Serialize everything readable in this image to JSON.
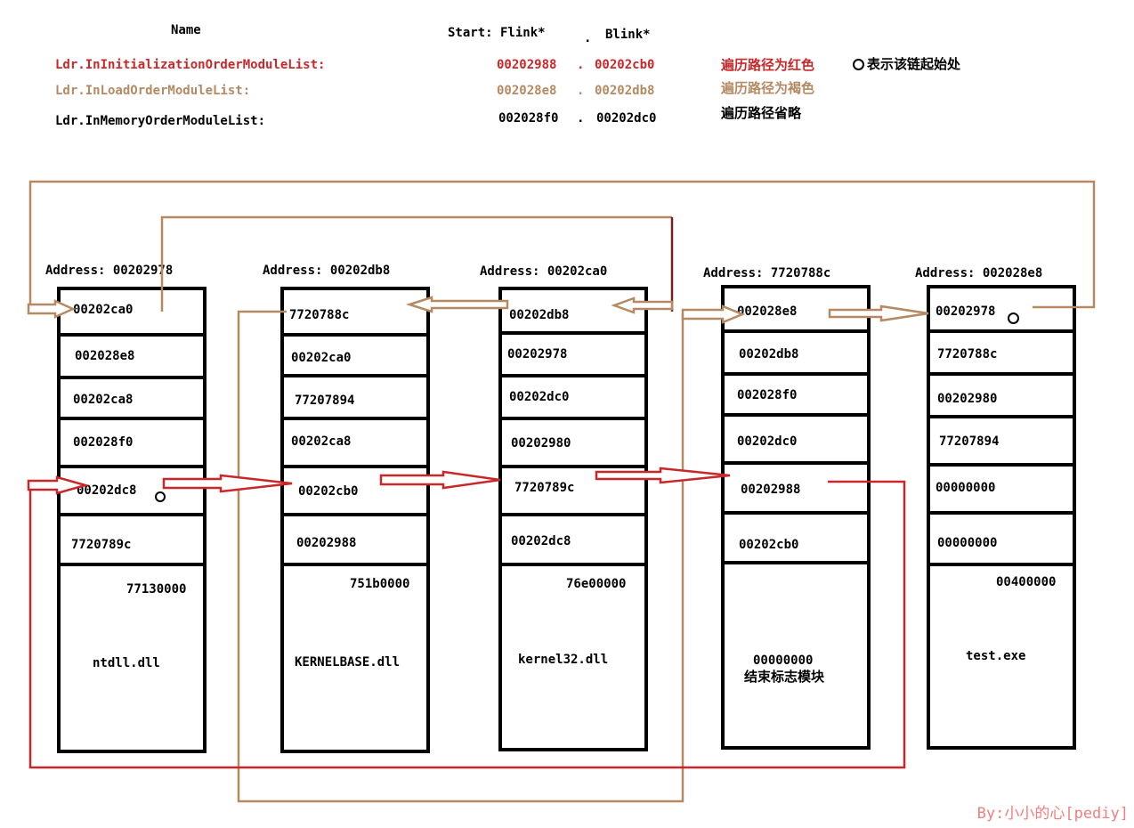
{
  "header": {
    "name_label": "Name",
    "start_label": "Start: Flink*",
    "dot": ".",
    "blink_label": "Blink*",
    "legend_circle_text": "表示该链起始处",
    "lists": [
      {
        "name": "Ldr.InInitializationOrderModuleList:",
        "flink": "00202988",
        "sep": ".",
        "blink": "00202cb0",
        "note": "遍历路径为红色",
        "color": "#c8282a"
      },
      {
        "name": "Ldr.InLoadOrderModuleList:",
        "flink": "002028e8",
        "sep": ".",
        "blink": "00202db8",
        "note": "遍历路径为褐色",
        "color": "#b58a63"
      },
      {
        "name": "Ldr.InMemoryOrderModuleList:",
        "flink": "002028f0",
        "sep": ".",
        "blink": "00202dc0",
        "note": "遍历路径省略",
        "color": "#000000"
      }
    ]
  },
  "modules": [
    {
      "address": "Address: 00202978",
      "cells": [
        "00202ca0",
        "002028e8",
        "00202ca8",
        "002028f0",
        "00202dc8",
        "7720789c"
      ],
      "base": "77130000",
      "name": "ntdll.dll",
      "sub": ""
    },
    {
      "address": "Address:  00202db8",
      "cells": [
        "7720788c",
        "00202ca0",
        "77207894",
        "00202ca8",
        "00202cb0",
        "00202988"
      ],
      "base": "751b0000",
      "name": "KERNELBASE.dll",
      "sub": ""
    },
    {
      "address": "Address:  00202ca0",
      "cells": [
        "00202db8",
        "00202978",
        "00202dc0",
        "00202980",
        "7720789c",
        "00202dc8"
      ],
      "base": "76e00000",
      "name": "kernel32.dll",
      "sub": ""
    },
    {
      "address": "Address: 7720788c",
      "cells": [
        "002028e8",
        "00202db8",
        "002028f0",
        "00202dc0",
        "00202988",
        "00202cb0"
      ],
      "base": "",
      "name": "00000000",
      "sub": "结束标志模块"
    },
    {
      "address": "Address: 002028e8",
      "cells": [
        "00202978",
        "7720788c",
        "00202980",
        "77207894",
        "00000000",
        "00000000"
      ],
      "base": "00400000",
      "name": "test.exe",
      "sub": ""
    }
  ],
  "signature": "By:小小的心[pediy]",
  "colors": {
    "red": "#c8282a",
    "brown": "#b58a63",
    "darkred": "#7a1f1f"
  }
}
